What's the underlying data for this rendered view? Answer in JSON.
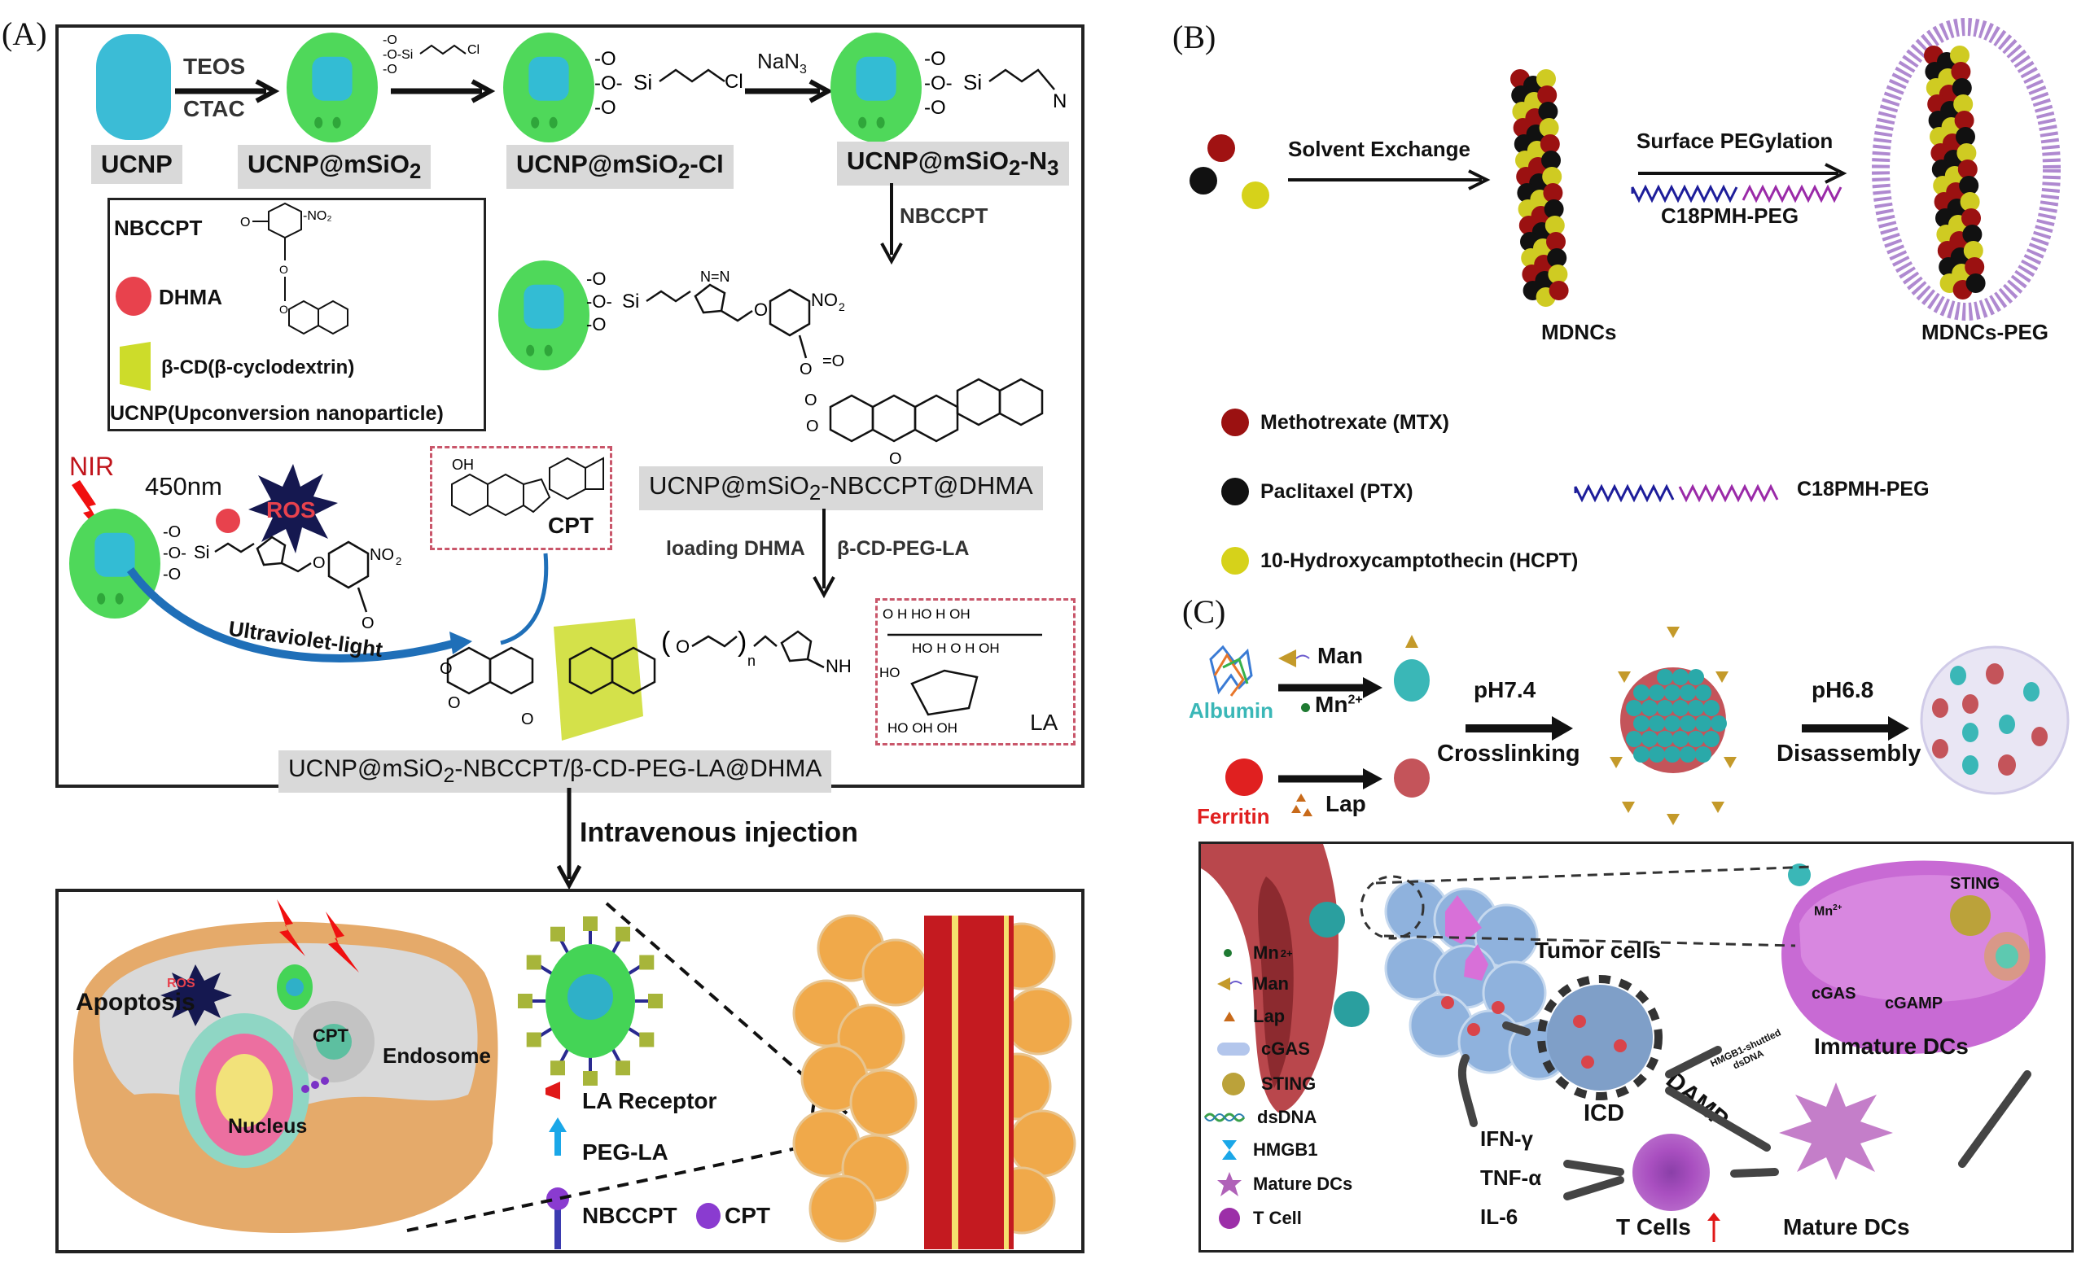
{
  "panels": {
    "A": {
      "label": "(A)",
      "synthesis": {
        "ucnp": "UCNP",
        "step1_top": "TEOS",
        "step1_bottom": "CTAC",
        "ucnp_msio2": "UCNP@mSiO",
        "ucnp_msio2_sub": "2",
        "step2_reagent": "-O-Si-Cl (chloropropyl silane)",
        "ucnp_msio2_cl": "UCNP@mSiO",
        "ucnp_msio2_cl_sub": "2",
        "ucnp_msio2_cl_suffix": "-Cl",
        "step3_reagent": "NaN",
        "step3_reagent_sub": "3",
        "ucnp_msio2_n3": "UCNP@mSiO",
        "ucnp_msio2_n3_sub": "2",
        "ucnp_msio2_n3_suffix": "-N",
        "ucnp_msio2_n3_sub2": "3",
        "step4_reagent": "NBCCPT",
        "product1": "UCNP@mSiO",
        "product1_sub": "2",
        "product1_suffix": "-NBCCPT@DHMA",
        "step5_left": "loading DHMA",
        "step5_right": "β-CD-PEG-LA",
        "product2": "UCNP@mSiO",
        "product2_sub": "2",
        "product2_suffix": "-NBCCPT/β-CD-PEG-LA@DHMA",
        "chem_labels": {
          "si": "Si",
          "cl": "Cl",
          "n3": "N",
          "no2": "NO",
          "oh": "OH",
          "nh": "NH",
          "n": "n",
          "la_box": "LA",
          "cpt_box": "CPT"
        }
      },
      "legend": {
        "nbccpt": "NBCCPT",
        "dhma": "DHMA",
        "bcd": "β-CD(β-cyclodextrin)",
        "ucnp": "UCNP(Upconversion nanoparticle)"
      },
      "mechanism": {
        "nir": "NIR",
        "wavelength": "450nm",
        "ros": "ROS",
        "uv": "Ultraviolet-light"
      },
      "injection": "Intravenous injection",
      "cell": {
        "ros": "ROS",
        "apoptosis": "Apoptosis",
        "cpt": "CPT",
        "endosome": "Endosome",
        "nucleus": "Nucleus"
      },
      "cell_legend": {
        "la_receptor": "LA Receptor",
        "peg_la": "PEG-LA",
        "nbccpt": "NBCCPT",
        "cpt": "CPT"
      }
    },
    "B": {
      "label": "(B)",
      "step1": "Solvent Exchange",
      "step2_top": "Surface PEGylation",
      "step2_bottom": "C18PMH-PEG",
      "product1": "MDNCs",
      "product2": "MDNCs-PEG",
      "legend": [
        {
          "name": "Methotrexate (MTX)",
          "color": "#9b1111"
        },
        {
          "name": "Paclitaxel (PTX)",
          "color": "#111111"
        },
        {
          "name": "10-Hydroxycamptothecin (HCPT)",
          "color": "#d6d21a"
        }
      ],
      "polymer_legend": "C18PMH-PEG",
      "colors": {
        "mtx": "#9b1111",
        "ptx": "#111111",
        "hcpt": "#cfcb22",
        "peg_blue": "#1d1d9a",
        "peg_purple": "#9a2aa8"
      }
    },
    "C": {
      "label": "(C)",
      "albumin": "Albumin",
      "man": "Man",
      "mn": "Mn",
      "mn_sup": "2+",
      "ferritin": "Ferritin",
      "lap": "Lap",
      "ph1": "pH7.4",
      "step1": "Crosslinking",
      "ph2": "pH6.8",
      "step2": "Disassembly",
      "legend": [
        {
          "name": "Mn",
          "sup": "2+"
        },
        {
          "name": "Man"
        },
        {
          "name": "Lap"
        },
        {
          "name": "cGAS"
        },
        {
          "name": "STING"
        },
        {
          "name": "dsDNA"
        },
        {
          "name": "HMGB1"
        },
        {
          "name": "Mature DCs"
        },
        {
          "name": "T Cell"
        }
      ],
      "scene": {
        "tumor_cells": "Tumor cells",
        "icd": "ICD",
        "hmgb1_dsdna_1": "HMGB1-shuttled",
        "hmgb1_dsdna_2": "dsDNA",
        "damp": "DAMP",
        "immature_dcs": "Immature DCs",
        "mature_dcs": "Mature DCs",
        "t_cells": "T Cells",
        "sting": "STING",
        "cgas": "cGAS",
        "cgamp": "cGAMP",
        "mn": "Mn",
        "mn_sup": "2+",
        "cytokines": [
          "IFN-γ",
          "TNF-α",
          "IL-6"
        ]
      },
      "colors": {
        "albumin": "#3ab7b7",
        "ferritin": "#e02020",
        "dc": "#c060c8"
      }
    }
  }
}
